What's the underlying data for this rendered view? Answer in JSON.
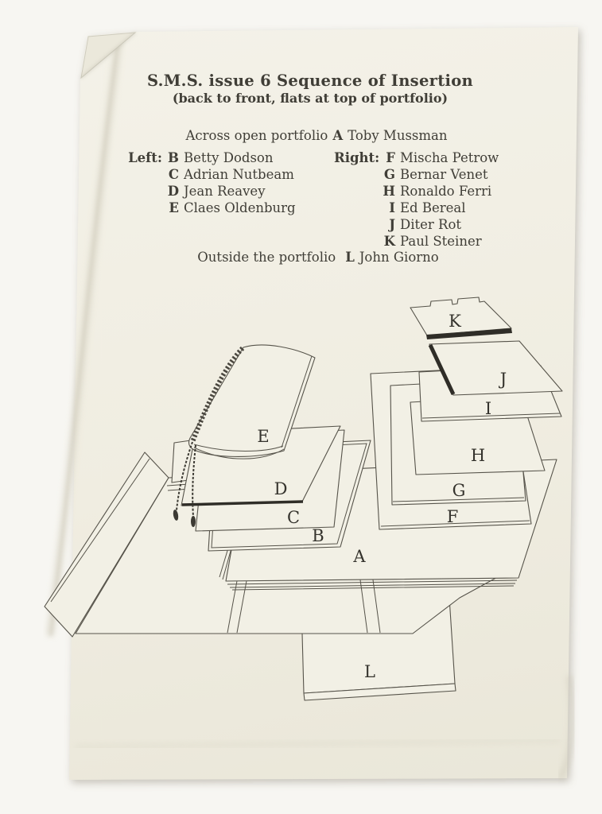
{
  "document": {
    "title": "S.M.S. issue 6 Sequence of Insertion",
    "subtitle": "(back to front, flats at top of portfolio)",
    "across": {
      "prefix": "Across open portfolio",
      "letter": "A",
      "name": "Toby Mussman"
    },
    "columns": {
      "left": {
        "heading": "Left:",
        "items": [
          {
            "letter": "B",
            "name": "Betty Dodson"
          },
          {
            "letter": "C",
            "name": "Adrian Nutbeam"
          },
          {
            "letter": "D",
            "name": "Jean Reavey"
          },
          {
            "letter": "E",
            "name": "Claes Oldenburg"
          }
        ]
      },
      "right": {
        "heading": "Right:",
        "items": [
          {
            "letter": "F",
            "name": "Mischa Petrow"
          },
          {
            "letter": "G",
            "name": "Bernar Venet"
          },
          {
            "letter": "H",
            "name": "Ronaldo Ferri"
          },
          {
            "letter": "I",
            "name": "Ed Bereal"
          },
          {
            "letter": "J",
            "name": "Diter Rot"
          },
          {
            "letter": "K",
            "name": "Paul Steiner"
          }
        ]
      }
    },
    "outside": {
      "prefix": "Outside the portfolio",
      "letter": "L",
      "name": "John Giorno"
    }
  },
  "diagram": {
    "letters": {
      "a": "A",
      "b": "B",
      "c": "C",
      "d": "D",
      "e": "E",
      "f": "F",
      "g": "G",
      "h": "H",
      "i": "I",
      "j": "J",
      "k": "K",
      "l": "L"
    }
  },
  "colors": {
    "paper": "#f0ede1",
    "background": "#f7f6f2",
    "ink": "#403e37",
    "line": "#56534a",
    "dark_edge": "#2f2d27"
  }
}
